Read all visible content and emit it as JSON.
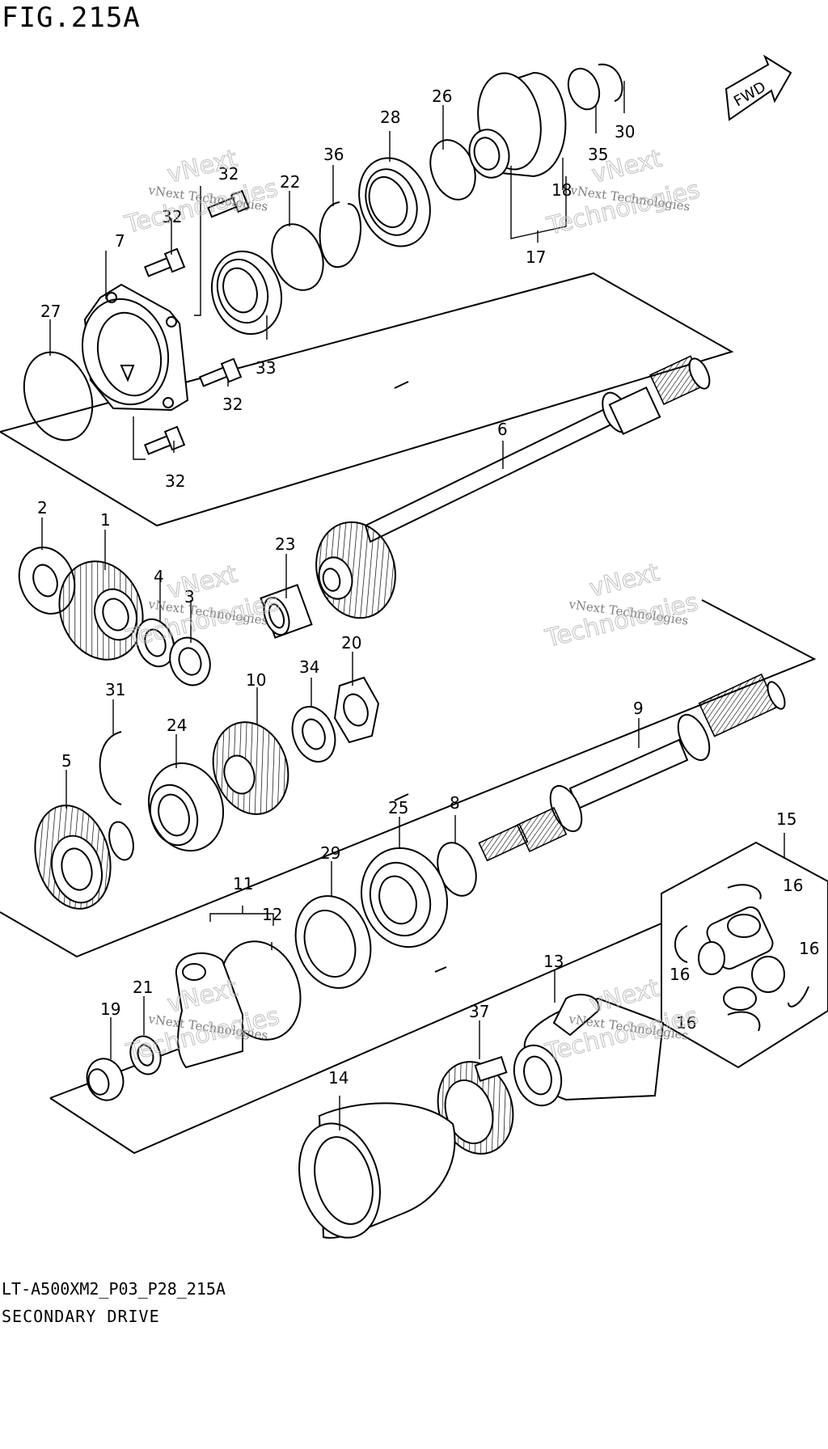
{
  "figure": {
    "title": "FIG.215A",
    "model_code": "LT-A500XM2_P03_P28_215A",
    "caption": "SECONDARY DRIVE",
    "fwd_label": "FWD"
  },
  "watermark": {
    "line1": "vNext Technologies",
    "line2": "Technologies",
    "line3": "vNext"
  },
  "part_labels": [
    {
      "id": "p1",
      "text": "1"
    },
    {
      "id": "p2",
      "text": "2"
    },
    {
      "id": "p3",
      "text": "3"
    },
    {
      "id": "p4",
      "text": "4"
    },
    {
      "id": "p5",
      "text": "5"
    },
    {
      "id": "p6",
      "text": "6"
    },
    {
      "id": "p7",
      "text": "7"
    },
    {
      "id": "p8",
      "text": "8"
    },
    {
      "id": "p9",
      "text": "9"
    },
    {
      "id": "p10",
      "text": "10"
    },
    {
      "id": "p11",
      "text": "11"
    },
    {
      "id": "p12",
      "text": "12"
    },
    {
      "id": "p13",
      "text": "13"
    },
    {
      "id": "p14",
      "text": "14"
    },
    {
      "id": "p15",
      "text": "15"
    },
    {
      "id": "p16a",
      "text": "16"
    },
    {
      "id": "p16b",
      "text": "16"
    },
    {
      "id": "p16c",
      "text": "16"
    },
    {
      "id": "p16d",
      "text": "16"
    },
    {
      "id": "p17",
      "text": "17"
    },
    {
      "id": "p18",
      "text": "18"
    },
    {
      "id": "p19",
      "text": "19"
    },
    {
      "id": "p20",
      "text": "20"
    },
    {
      "id": "p21",
      "text": "21"
    },
    {
      "id": "p22",
      "text": "22"
    },
    {
      "id": "p23",
      "text": "23"
    },
    {
      "id": "p24",
      "text": "24"
    },
    {
      "id": "p25",
      "text": "25"
    },
    {
      "id": "p26",
      "text": "26"
    },
    {
      "id": "p27",
      "text": "27"
    },
    {
      "id": "p28",
      "text": "28"
    },
    {
      "id": "p29",
      "text": "29"
    },
    {
      "id": "p30",
      "text": "30"
    },
    {
      "id": "p31",
      "text": "31"
    },
    {
      "id": "p32a",
      "text": "32"
    },
    {
      "id": "p32b",
      "text": "32"
    },
    {
      "id": "p32c",
      "text": "32"
    },
    {
      "id": "p32d",
      "text": "32"
    },
    {
      "id": "p33",
      "text": "33"
    },
    {
      "id": "p34",
      "text": "34"
    },
    {
      "id": "p35",
      "text": "35"
    },
    {
      "id": "p36",
      "text": "36"
    },
    {
      "id": "p37",
      "text": "37"
    }
  ]
}
